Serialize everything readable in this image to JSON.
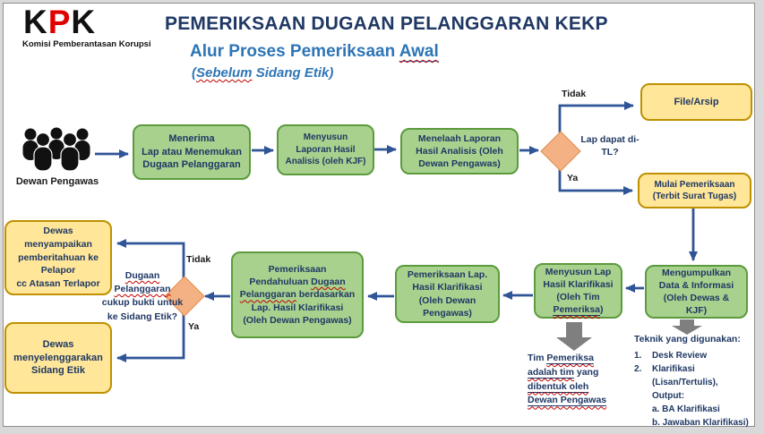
{
  "nl": "\n",
  "logo": {
    "k1": "K",
    "p": "P",
    "k2": "K",
    "org": "Komisi Pemberantasan Korupsi"
  },
  "header": {
    "title": "PEMERIKSAAN DUGAAN PELANGGARAN KEKP",
    "subtitle_prefix": "Alur Proses Pemeriksaan ",
    "subtitle_underlined": "Awal",
    "subnote_open": "(",
    "subnote_wavy": "Sebelum",
    "subnote_rest": " Sidang Etik)"
  },
  "actor": {
    "label": "Dewan Pengawas"
  },
  "flow": {
    "menerima": "Menerima\nLap atau Menemukan\nDugaan Pelanggaran",
    "menyusun_analisis": "Menyusun\nLaporan Hasil\nAnalisis (oleh KJF)",
    "menelaah": "Menelaah Laporan\nHasil Analisis (Oleh\nDewan Pengawas)",
    "file_arsip": "File/Arsip",
    "mulai": "Mulai Pemeriksaan\n(Terbit Surat Tugas)",
    "mengumpulkan": "Mengumpulkan\nData & Informasi\n(Oleh Dewas &\nKJF)",
    "menyusun_klar_pre": "Menyusun Lap\nHasil Klarifikasi\n(Oleh Tim\n",
    "menyusun_klar_wavy": "Pemeriksa",
    "menyusun_klar_post": ")",
    "pemeriksaan_lap": "Pemeriksaan Lap.\nHasil Klarifikasi\n(Oleh Dewan\nPengawas)",
    "pendahuluan_pre": "Pemeriksaan\nPendahuluan ",
    "pendahuluan_wavy1": "Dugaan",
    "pendahuluan_wavy2": "Pelanggaran",
    "pendahuluan_post": " berdasarkan\nLap. Hasil Klarifikasi\n(Oleh Dewan Pengawas)",
    "dewas_pemberitahuan": "Dewas\nmenyampaikan\npemberitahuan ke\nPelapor\ncc Atasan Terlapor",
    "dewas_sidang": "Dewas\nmenyelenggarakan\nSidang Etik"
  },
  "decision1": {
    "label": "Lap dapat di-\nTL?",
    "no": "Tidak",
    "yes": "Ya"
  },
  "decision2": {
    "wavy1": "Dugaan",
    "wavy2": "Pelanggaran",
    "rest": "\ncukup bukti untuk\nke Sidang Etik?",
    "no": "Tidak",
    "yes": "Ya"
  },
  "notes": {
    "tim_pre": "Tim ",
    "tim_w1": "Pemeriksa",
    "tim_w2": "adalah tim",
    "tim_mid": " yang",
    "tim_w3": "dibentuk oleh",
    "tim_w4": "Dewan Pengawas",
    "teknik_title": "Teknik yang digunakan:",
    "items": [
      {
        "num": "1.",
        "text": "Desk Review"
      },
      {
        "num": "2.",
        "text": "Klarifikasi\n(Lisan/Tertulis),\nOutput:\na. BA Klarifikasi\nb. Jawaban Klarifikasi)"
      }
    ]
  },
  "colors": {
    "title_navy": "#1F3864",
    "subtitle_blue": "#2E75B6",
    "box_green": "#A9D18E",
    "box_green_border": "#5B9B3E",
    "box_yellow": "#FFE699",
    "box_yellow_border": "#BF9000",
    "diamond_orange": "#F4B183",
    "arrow_navy": "#2F5597",
    "note_gray": "#7F7F7F",
    "logo_red": "#E00000"
  }
}
